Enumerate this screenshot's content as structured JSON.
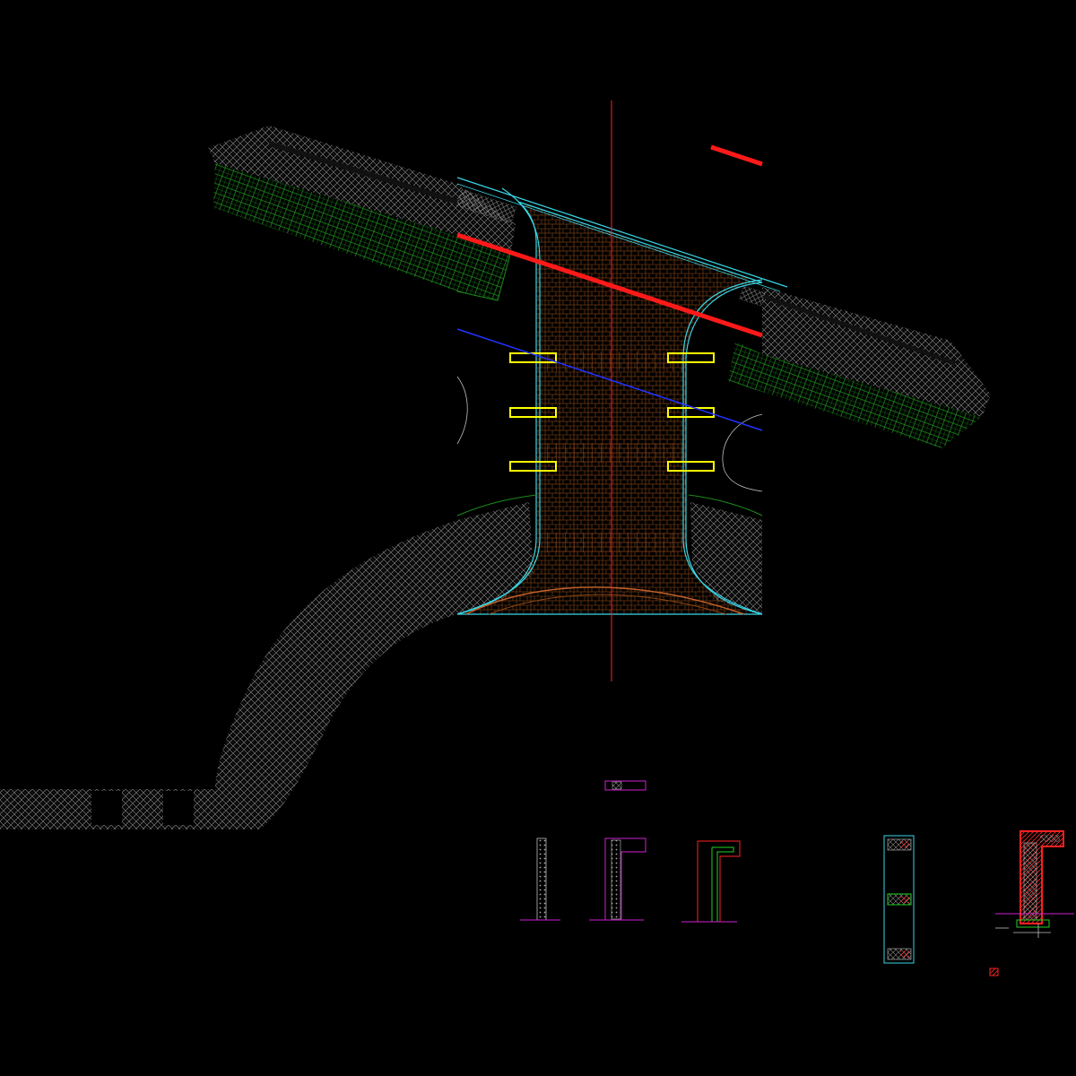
{
  "drawing": {
    "background": "#000000",
    "colors": {
      "hatch_grey": "#6f6f6f",
      "planting_green": "#1c8a1c",
      "edge_cyan": "#39d6e6",
      "paving_brown": "#a0522d",
      "axis_red": "#ff2020",
      "cut_red": "#ff1a1a",
      "section_blue": "#2233ff",
      "bench_yellow": "#ffff00",
      "detail_magenta": "#d020d0",
      "detail_green": "#20d020",
      "outline_white": "#bfbfbf"
    },
    "elements": {
      "plan": "site-plan",
      "details": [
        "post-elevation",
        "post-section",
        "wall-section",
        "panel-elevation",
        "coping-section",
        "legend-swatch"
      ]
    }
  }
}
